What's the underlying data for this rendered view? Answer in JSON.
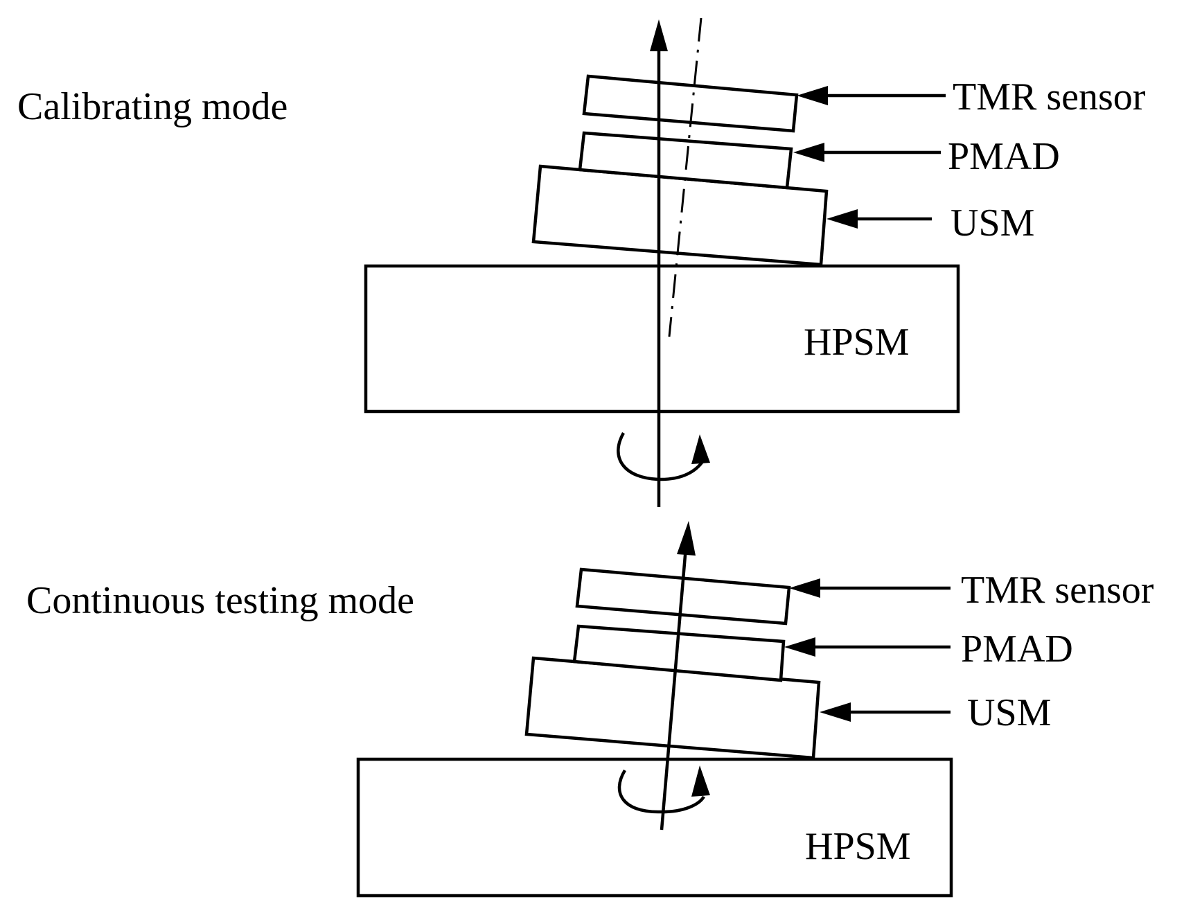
{
  "calibrating": {
    "title": "Calibrating mode",
    "labels": {
      "tmr": "TMR sensor",
      "pmad": "PMAD",
      "usm": "USM",
      "hpsm": "HPSM"
    }
  },
  "continuous": {
    "title": "Continuous testing mode",
    "labels": {
      "tmr": "TMR sensor",
      "pmad": "PMAD",
      "usm": "USM",
      "hpsm": "HPSM"
    }
  }
}
